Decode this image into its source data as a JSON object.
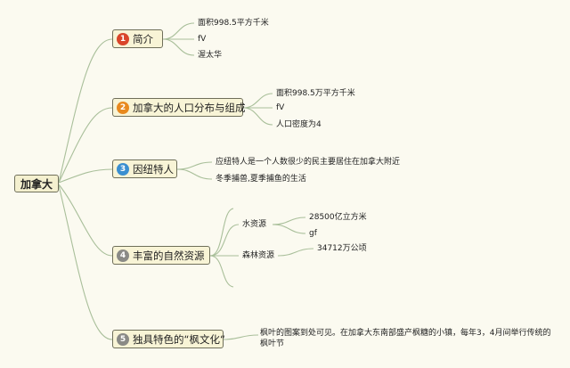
{
  "root": {
    "label": "加拿大"
  },
  "topics": [
    {
      "number": "1",
      "label": "简介",
      "badge_color": "#d9452a",
      "children": [
        {
          "label": "面积998.5平方千米"
        },
        {
          "label": "fV"
        },
        {
          "label": "渥太华"
        }
      ]
    },
    {
      "number": "2",
      "label": "加拿大的人口分布与组成",
      "badge_color": "#e8891e",
      "children": [
        {
          "label": "面积998.5万平方千米"
        },
        {
          "label": "fV"
        },
        {
          "label": "人口密度为4"
        }
      ]
    },
    {
      "number": "3",
      "label": "因纽特人",
      "badge_color": "#3b8fd0",
      "children": [
        {
          "label": "应纽特人是一个人数很少的民主要居住在加拿大附近"
        },
        {
          "label": "冬季捕兽,夏季捕鱼的生活"
        }
      ]
    },
    {
      "number": "4",
      "label": "丰富的自然资源",
      "badge_color": "#8a8a86",
      "children": [
        {
          "label": "水资源",
          "children": [
            {
              "label": "28500亿立方米"
            },
            {
              "label": "gf"
            }
          ]
        },
        {
          "label": "森林资源",
          "children": [
            {
              "label": "34712万公顷"
            }
          ]
        }
      ]
    },
    {
      "number": "5",
      "label": "独具特色的“枫文化“",
      "badge_color": "#8a8a86",
      "children": [
        {
          "label": "枫叶的图案到处可见。在加拿大东南部盛产枫糖的小镇，每年3，4月间举行传统的枫叶节"
        }
      ]
    }
  ],
  "colors": {
    "line": "#a9bf9a",
    "node_fill": "#f8f4d6",
    "node_border": "#6f6f5a",
    "background": "#fbfaf0"
  }
}
